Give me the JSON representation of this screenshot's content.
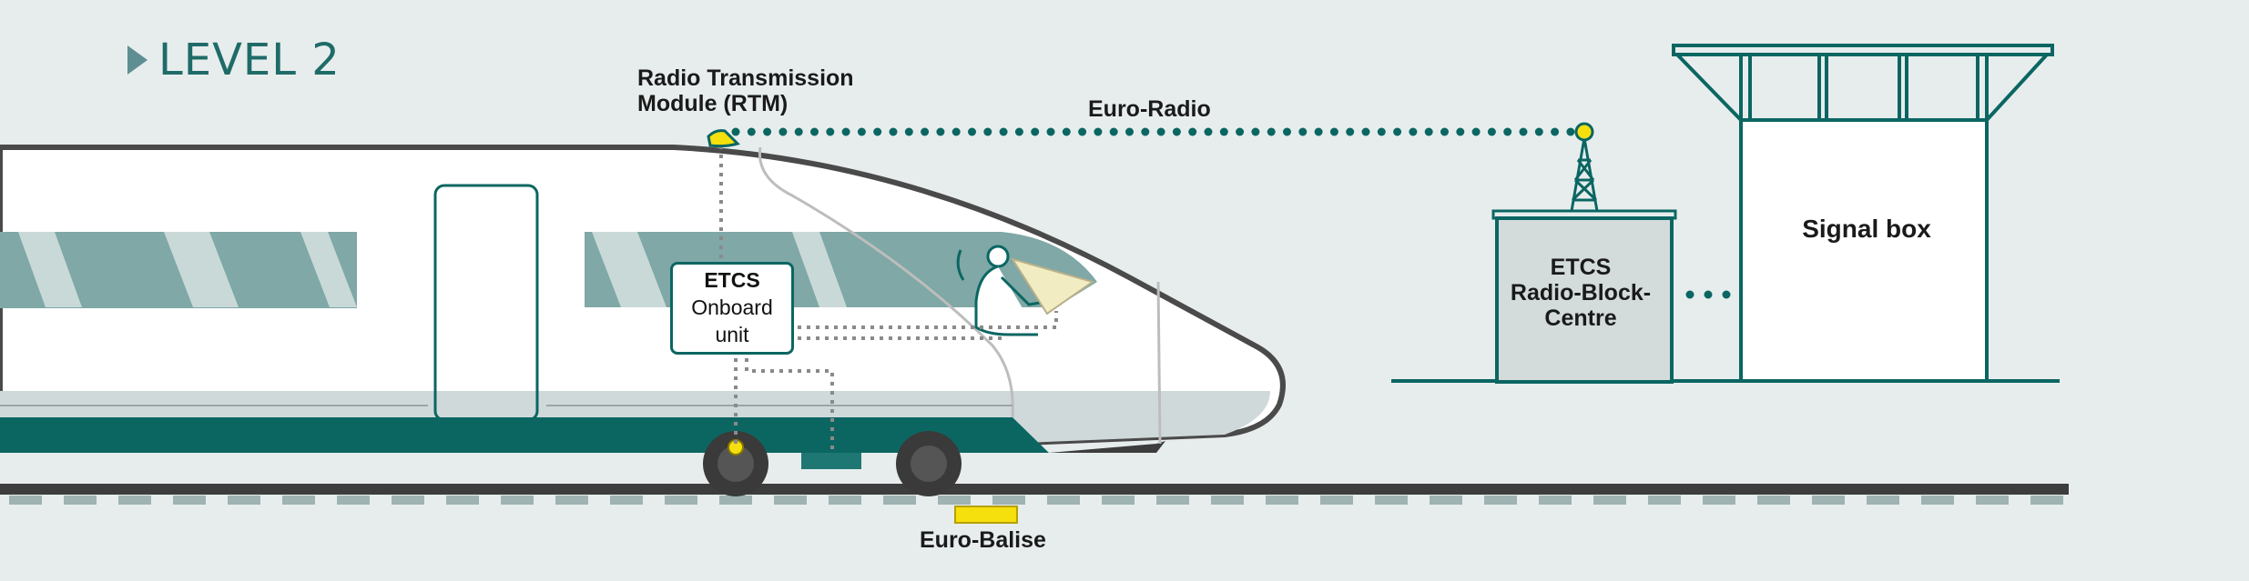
{
  "diagram": {
    "title": "LEVEL 2",
    "labels": {
      "rtm": "Radio Transmission Module (RTM)",
      "rtm_line1": "Radio Transmission",
      "rtm_line2": "Module (RTM)",
      "euro_radio": "Euro-Radio",
      "etcs_onboard_title": "ETCS",
      "etcs_onboard_line2": "Onboard",
      "etcs_onboard_line3": "unit",
      "rbc_line1": "ETCS",
      "rbc_line2": "Radio-Block-",
      "rbc_line3": "Centre",
      "signal_box": "Signal box",
      "euro_balise": "Euro-Balise"
    },
    "colors": {
      "background": "#e7eded",
      "teal_dark": "#0b6662",
      "teal_light": "#7fa8a6",
      "title_teal": "#1f6b68",
      "balise_yellow": "#f5df0d",
      "rbc_fill": "#d3dbdb",
      "rail": "#3d3d3d",
      "sleeper": "#9fb3b3"
    },
    "icons": [
      "level-arrow-icon",
      "antenna-tower-icon",
      "driver-icon",
      "wheel-icon",
      "balise-icon"
    ]
  }
}
